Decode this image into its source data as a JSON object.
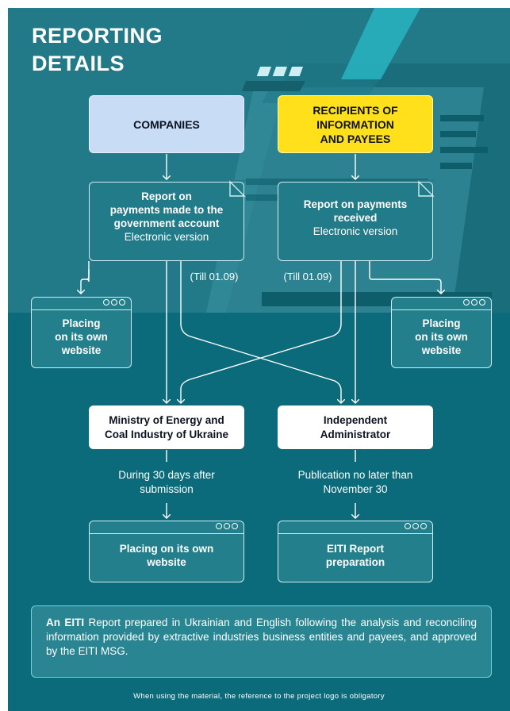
{
  "title": "REPORTING\nDETAILS",
  "colors": {
    "background_dark": "#0b6b7a",
    "background_light": "#227a88",
    "companies_box": "#c8ddf5",
    "recipients_box": "#ffe01a",
    "arrow": "#ffffff"
  },
  "companies": {
    "label": "COMPANIES"
  },
  "recipients": {
    "label": "RECIPIENTS OF\nINFORMATION\nAND PAYEES"
  },
  "report_made": {
    "title": "Report on\npayments made to the\ngovernment account",
    "subtitle": "Electronic version"
  },
  "report_received": {
    "title": "Report on payments\nreceived",
    "subtitle": "Electronic version"
  },
  "deadline_left": "(Till 01.09)",
  "deadline_right": "(Till 01.09)",
  "website_left": {
    "label": "Placing\non its own\nwebsite",
    "icon": "window-dots-icon"
  },
  "website_right": {
    "label": "Placing\non its own\nwebsite",
    "icon": "window-dots-icon"
  },
  "ministry": {
    "label": "Ministry of Energy and\nCoal Industry of Ukraine"
  },
  "administrator": {
    "label": "Independent\nAdministrator"
  },
  "ministry_note": "During 30 days after\nsubmission",
  "administrator_note": "Publication no later than\nNovember 30",
  "ministry_website": {
    "label": "Placing on its own\nwebsite",
    "icon": "window-dots-icon"
  },
  "eiti_report": {
    "label": "EITI Report\npreparation",
    "icon": "window-dots-icon"
  },
  "summary": {
    "lead": "An EITI",
    "text": " Report prepared in Ukrainian and English following the analysis and reconciling information provided by extractive industries business entities and payees, and approved by the EITI MSG."
  },
  "footer": "When using the material, the reference to the project logo is obligatory"
}
